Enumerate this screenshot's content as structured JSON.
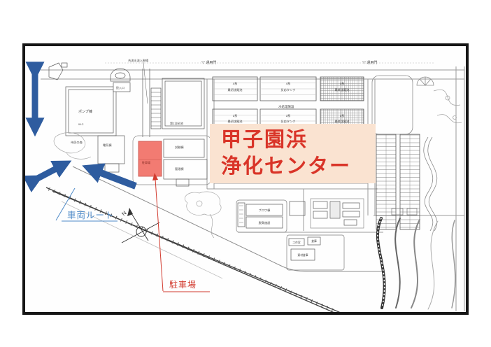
{
  "title_box": {
    "line1": "甲子園浜",
    "line2": "浄化センター"
  },
  "callouts": {
    "vehicle_route": "車両ルート",
    "parking": "駐車場"
  },
  "compass": {
    "n": "N"
  },
  "gates": {
    "left": "▽ 通用門",
    "right": "▽ 通用門"
  },
  "labels": {
    "inflow_main": "合流水流入幹線",
    "pump_building": "ポンプ棟",
    "inlet": "投入口",
    "grit_chamber": "第1沈砂池",
    "wc": "W.C",
    "citizens_forest": "市民の森",
    "electric_building": "電気棟",
    "parking_building_label": "駐車場",
    "test_building": "試験棟",
    "admin_building": "管理棟",
    "blower_building": "ブロワ棟",
    "deodorize_facility": "脱臭施設",
    "workshop": "工作室",
    "warehouse": "倉庫",
    "material_warehouse": "資材倉庫"
  },
  "basins": {
    "center_label": "水処理施設",
    "row1": [
      {
        "l1": "4系",
        "l2": "最初沈殿池"
      },
      {
        "l1": "4系",
        "l2": "反応タンク"
      },
      {
        "l1": "4系",
        "l2": "最終沈殿池"
      }
    ],
    "row2": [
      {
        "l1": "3系",
        "l2": "最初沈殿池"
      },
      {
        "l1": "3系",
        "l2": "反応タンク"
      },
      {
        "l1": "3系",
        "l2": "最終沈殿池"
      }
    ]
  },
  "colors": {
    "highlight_bg": "#FAE3D1",
    "accent_red": "#D93428",
    "parking_fill": "#F2746B",
    "route_arrow_blue": "#2E5C9F",
    "callout_blue": "#4E8AC8"
  }
}
